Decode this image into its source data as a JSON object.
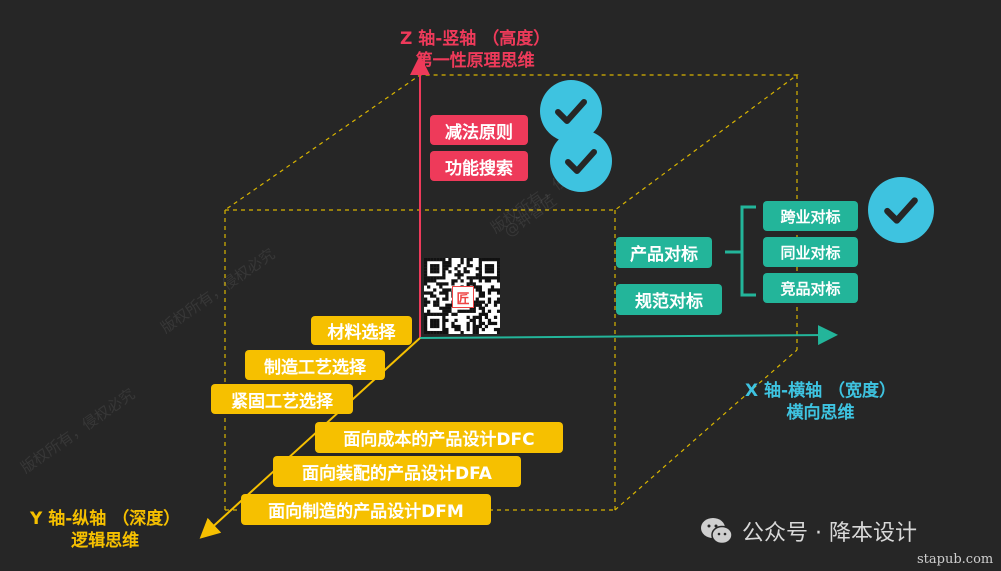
{
  "colors": {
    "z_axis": "#ee3a5a",
    "x_axis": "#23b59a",
    "y_axis": "#f6c000",
    "box": "#d8b400",
    "check": "#3ec3e0"
  },
  "z_axis": {
    "line1": "Z 轴-竖轴 （高度）",
    "line2": "第一性原理思维"
  },
  "x_axis": {
    "line1": "X 轴-横轴 （宽度）",
    "line2": "横向思维"
  },
  "y_axis": {
    "line1": "Y 轴-纵轴 （深度）",
    "line2": "逻辑思维"
  },
  "z_items": [
    "减法原则",
    "功能搜索"
  ],
  "x_items": {
    "main": [
      "产品对标",
      "规范对标"
    ],
    "branches": [
      "跨业对标",
      "同业对标",
      "竞品对标"
    ]
  },
  "y_items": [
    "材料选择",
    "制造工艺选择",
    "紧固工艺选择",
    "面向成本的产品设计DFC",
    "面向装配的产品设计DFA",
    "面向制造的产品设计DFM"
  ],
  "qr_logo": "匠",
  "watermark": {
    "text1": "版权所有，侵权必究",
    "text2": "@钟智匠"
  },
  "brand": {
    "wechat": "公众号 · 降本设计",
    "site": "stapub.com"
  }
}
